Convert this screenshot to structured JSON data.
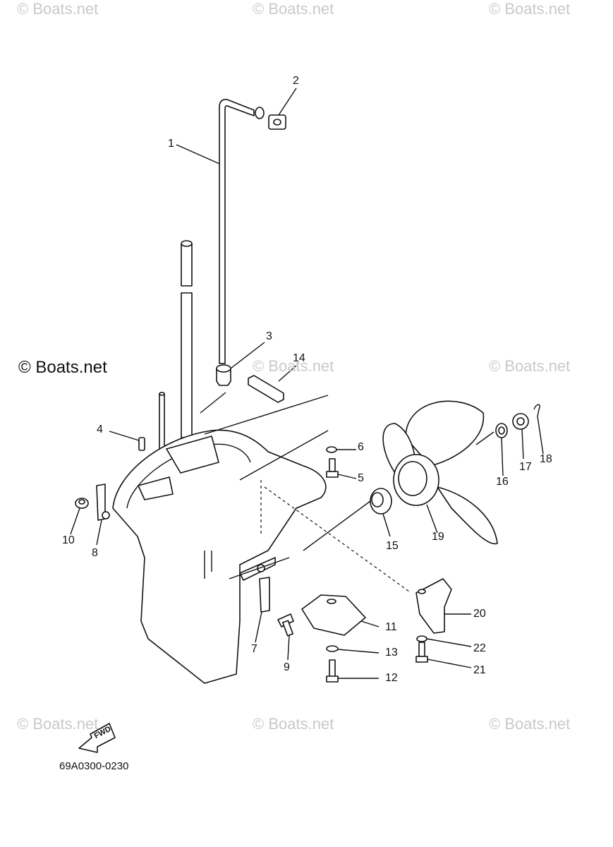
{
  "watermarks": {
    "top_left": "© Boats.net",
    "top_center": "© Boats.net",
    "top_right": "© Boats.net",
    "mid_main": "© Boats.net",
    "mid_center": "© Boats.net",
    "mid_right": "© Boats.net",
    "bottom_left": "© Boats.net",
    "bottom_center": "© Boats.net",
    "bottom_right": "© Boats.net"
  },
  "callouts": {
    "c1": "1",
    "c2": "2",
    "c3": "3",
    "c4": "4",
    "c5": "5",
    "c6": "6",
    "c7": "7",
    "c8": "8",
    "c9": "9",
    "c10": "10",
    "c11": "11",
    "c12": "12",
    "c13": "13",
    "c14": "14",
    "c15": "15",
    "c16": "16",
    "c17": "17",
    "c18": "18",
    "c19": "19",
    "c20": "20",
    "c21": "21",
    "c22": "22"
  },
  "fwd_label": "FWD",
  "diagram_code": "69A0300-0230",
  "colors": {
    "line": "#111111",
    "watermark": "#c9c9c9",
    "background": "#ffffff"
  }
}
